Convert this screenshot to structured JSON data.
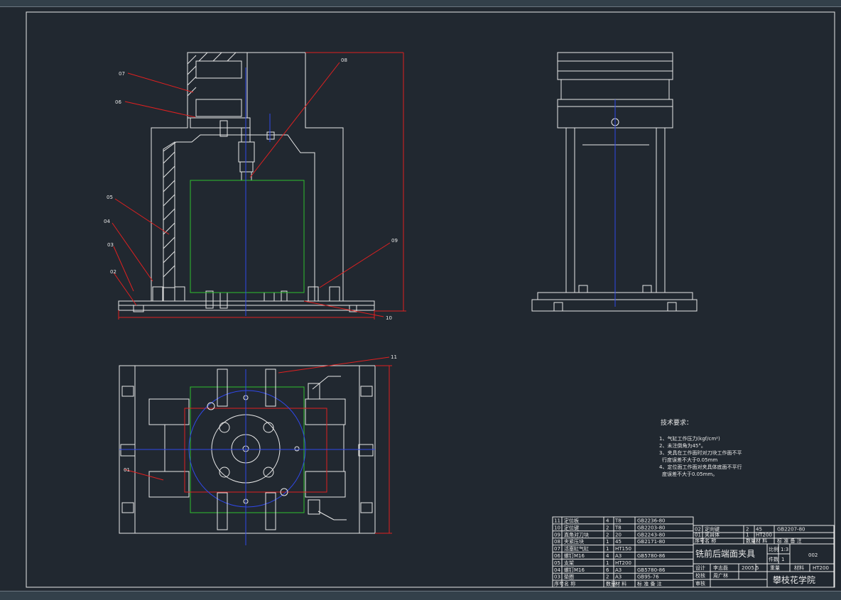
{
  "balloons": [
    "07",
    "06",
    "05",
    "04",
    "03",
    "02",
    "08",
    "09",
    "10",
    "11",
    "01"
  ],
  "tech": {
    "title": "技术要求：",
    "items": [
      "1、气缸工作压力(kgf/cm²)",
      "2、未注倒角为45°。",
      "3、夹具在工作面时对刀块工作面不平",
      "行度误差不大于0.05mm",
      "4、定位面工作面对夹具体底面不平行",
      "度误差不大于0.05mm。"
    ]
  },
  "bom": [
    {
      "no": "11",
      "name": "定位板",
      "qty": "4",
      "mat": "T8",
      "std": "GB2236-80"
    },
    {
      "no": "10",
      "name": "定位键",
      "qty": "2",
      "mat": "T8",
      "std": "GB2203-80"
    },
    {
      "no": "09",
      "name": "直角对刀块",
      "qty": "2",
      "mat": "20",
      "std": "GB2243-80"
    },
    {
      "no": "08",
      "name": "夹紧压块",
      "qty": "1",
      "mat": "45",
      "std": "GB2171-80"
    },
    {
      "no": "07",
      "name": "活塞缸气缸",
      "qty": "1",
      "mat": "HT150",
      "std": ""
    },
    {
      "no": "06",
      "name": "螺钉M16",
      "qty": "4",
      "mat": "A3",
      "std": "GB5780-86"
    },
    {
      "no": "05",
      "name": "支架",
      "qty": "1",
      "mat": "HT200",
      "std": ""
    },
    {
      "no": "04",
      "name": "螺钉M16",
      "qty": "6",
      "mat": "A3",
      "std": "GB5780-86"
    },
    {
      "no": "03",
      "name": "垫圈",
      "qty": "2",
      "mat": "A3",
      "std": "GB95-76"
    }
  ],
  "bom_header": {
    "no": "序号",
    "name": "名  称",
    "qty": "数量",
    "mat": "材 料",
    "std": "标      准    备  注"
  },
  "bom_top": [
    {
      "no": "02",
      "name": "定向键",
      "qty": "2",
      "mat": "45",
      "std": "GB2207-80"
    },
    {
      "no": "01",
      "name": "夹具体",
      "qty": "1",
      "mat": "HT200",
      "std": ""
    }
  ],
  "title_block": {
    "name": "铣前后端面夹具",
    "scale_label": "比例",
    "scale": "1:3",
    "pieces_label": "件数",
    "pieces": "1",
    "drawing_no": "002",
    "design_label": "设计",
    "designer": "李志磊",
    "date": "2005.5",
    "weight_label": "重量",
    "material_label": "材料",
    "material": "HT200",
    "check_label": "校核",
    "checker": "周广林",
    "review_label": "审核",
    "school": "攀枝花学院"
  }
}
